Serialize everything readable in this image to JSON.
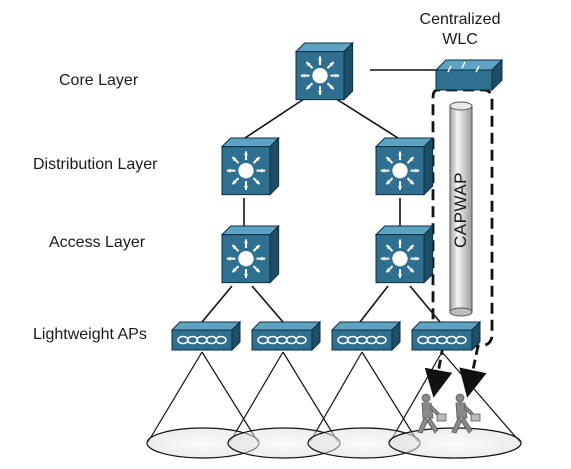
{
  "layers": {
    "core": "Core Layer",
    "distribution": "Distribution Layer",
    "access": "Access Layer",
    "aps": "Lightweight APs"
  },
  "wlc": {
    "line1": "Centralized",
    "line2": "WLC"
  },
  "tunnel_label": "CAPWAP",
  "colors": {
    "switch_face": "#2f6f8f",
    "switch_top": "#5fa3c4",
    "switch_side": "#1d4e66",
    "tunnel": "#cfcfcf",
    "ellipse": "#ececec"
  },
  "icons": {
    "multilayer_switch": "multilayer-switch-icon",
    "access_point": "access-point-icon",
    "wlc": "wlc-icon",
    "client": "walking-user-icon"
  }
}
